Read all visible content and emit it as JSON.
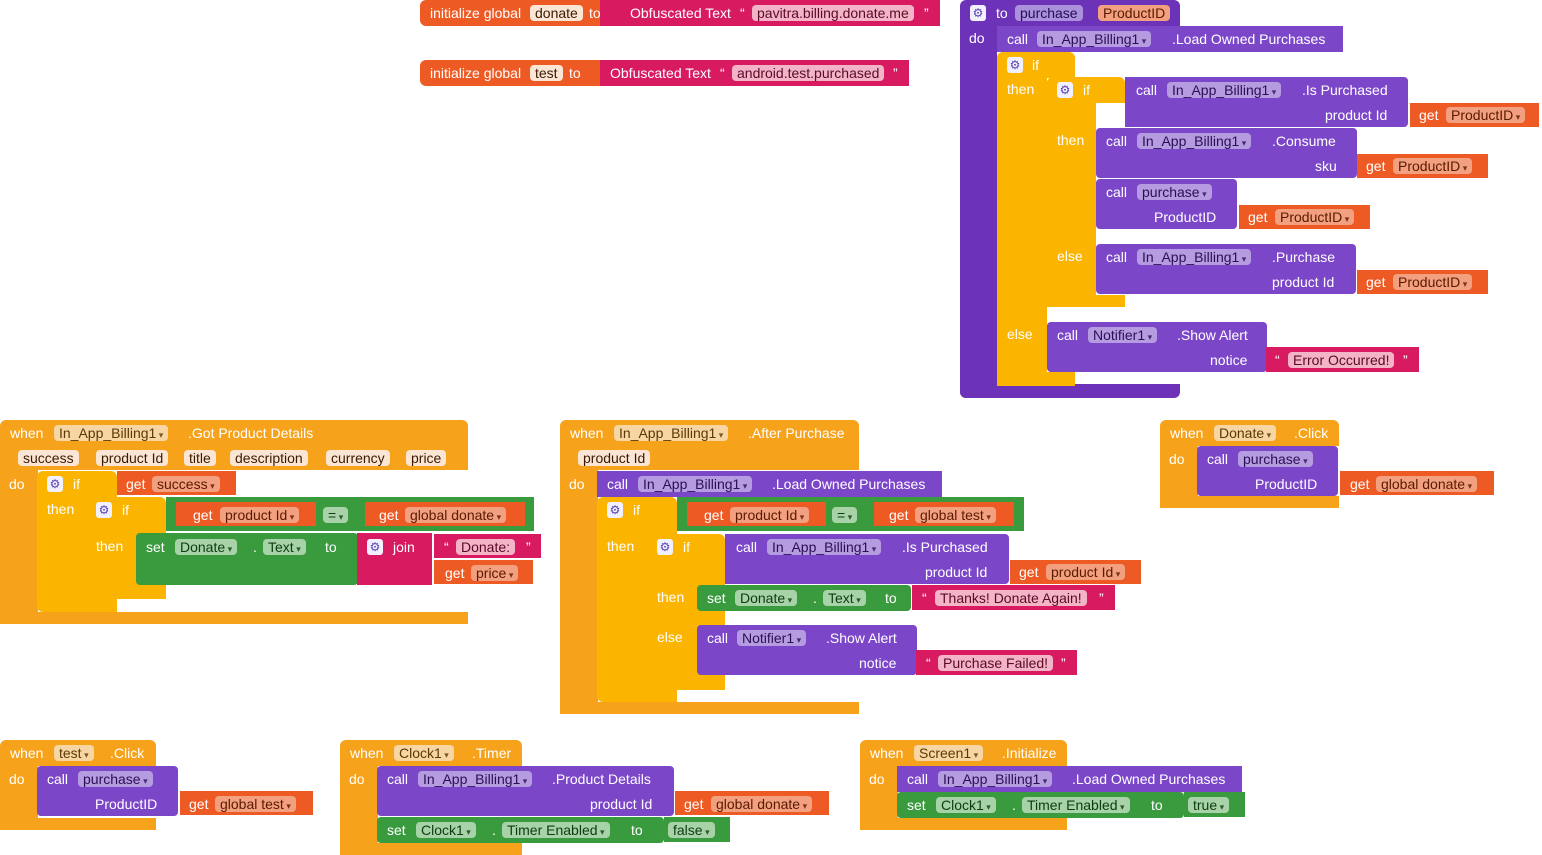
{
  "kw": {
    "initialize_global": "initialize global",
    "to": "to",
    "do": "do",
    "call": "call",
    "if": "if",
    "then": "then",
    "else": "else",
    "get": "get",
    "set": "set",
    "when": "when",
    "join": "join",
    "eq": "=",
    "dot": ".",
    "q_open": "“",
    "q_close": "”",
    "obf": "Obfuscated Text"
  },
  "globals": {
    "donate": {
      "name": "donate",
      "value": "pavitra.billing.donate.me"
    },
    "test": {
      "name": "test",
      "value": "android.test.purchased"
    }
  },
  "proc": {
    "name": "purchase",
    "param": "ProductID",
    "component": "In_App_Billing1",
    "m_load": ".Load Owned Purchases",
    "m_is": ".Is Purchased",
    "m_consume": ".Consume",
    "m_purchase": ".Purchase",
    "arg_product_id": "product Id",
    "arg_sku": "sku",
    "call_proc": "purchase",
    "notifier": "Notifier1",
    "m_alert": ".Show Alert",
    "arg_notice": "notice",
    "error_msg": "Error Occurred!"
  },
  "gpd": {
    "component": "In_App_Billing1",
    "event": ".Got Product Details",
    "params": [
      "success",
      "product Id",
      "title",
      "description",
      "currency",
      "price"
    ],
    "v_success": "success",
    "v_pid": "product Id",
    "v_gdonate": "global donate",
    "btn": "Donate",
    "prop": "Text",
    "str": "Donate: ",
    "v_price": "price"
  },
  "ap": {
    "component": "In_App_Billing1",
    "event": ".After Purchase",
    "param": "product Id",
    "m_load": ".Load Owned Purchases",
    "v_pid": "product Id",
    "v_gtest": "global test",
    "m_is": ".Is Purchased",
    "arg": "product Id",
    "btn": "Donate",
    "prop": "Text",
    "str_ok": "Thanks! Donate Again!",
    "notifier": "Notifier1",
    "m_alert": ".Show Alert",
    "arg_notice": "notice",
    "str_fail": "Purchase Failed!"
  },
  "dc": {
    "component": "Donate",
    "event": ".Click",
    "proc": "purchase",
    "arg": "ProductID",
    "v": "global donate"
  },
  "tc": {
    "component": "test",
    "event": ".Click",
    "proc": "purchase",
    "arg": "ProductID",
    "v": "global test"
  },
  "ct": {
    "component": "Clock1",
    "event": ".Timer",
    "billing": "In_App_Billing1",
    "m": ".Product Details",
    "arg": "product Id",
    "v": "global donate",
    "prop": "Timer Enabled",
    "val": "false"
  },
  "si": {
    "component": "Screen1",
    "event": ".Initialize",
    "billing": "In_App_Billing1",
    "m": ".Load Owned Purchases",
    "clock": "Clock1",
    "prop": "Timer Enabled",
    "val": "true"
  },
  "colors": {
    "event": "#f7a21b",
    "control": "#fbb500",
    "variable": "#ee5a24",
    "procedure": "#6c33b8",
    "text": "#d81b60",
    "component_set": "#3a9a3e",
    "logic": "#3a9a3e"
  },
  "icons": {
    "mutator": "gear-icon"
  }
}
